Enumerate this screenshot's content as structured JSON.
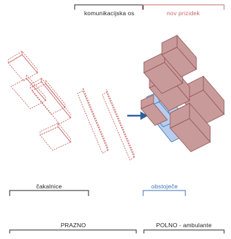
{
  "labels": {
    "top_left": "PRAZNO",
    "top_right": "POLNO - ambulante",
    "sub_left": "čakalnice",
    "sub_right": "obstoječe",
    "bottom_left": "komunikacijska os",
    "bottom_right": "nov prizidek"
  },
  "colors": {
    "dashed_red": "#c0504d",
    "ambulance_fill": "#c99a9a",
    "ambulance_stroke": "#8e5353",
    "existing_fill": "#b7cdee",
    "existing_stroke": "#3a6fb5",
    "arrow": "#2f5f9e",
    "bracket_dark": "#222222",
    "bracket_pink": "#c46a6a",
    "bracket_blue": "#3a6fb5"
  }
}
